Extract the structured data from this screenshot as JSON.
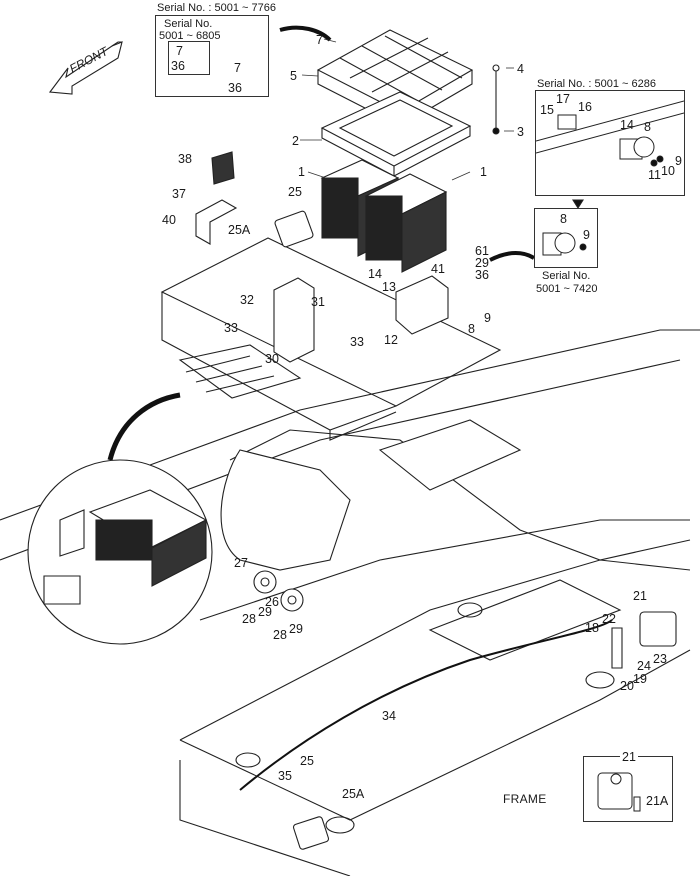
{
  "diagram": {
    "title_label": "FRAME",
    "front_arrow_label": "FRONT",
    "insets": {
      "top_left": {
        "outer_title": "Serial No. : 5001 ~ 7766",
        "inner_title_line1": "Serial No.",
        "inner_title_line2": "5001 ~ 6805",
        "callouts": [
          "7",
          "36",
          "7",
          "36"
        ]
      },
      "top_right": {
        "title": "Serial No. : 5001 ~ 6286",
        "callouts": [
          "15",
          "17",
          "16",
          "14",
          "8",
          "11",
          "10",
          "9"
        ]
      },
      "mid_right": {
        "title_line1": "Serial No.",
        "title_line2": "5001 ~ 7420",
        "callouts": [
          "8",
          "9"
        ]
      },
      "bottom_right": {
        "callouts": [
          "21",
          "21A"
        ]
      }
    },
    "callouts": {
      "c1a": "1",
      "c1b": "1",
      "c2": "2",
      "c3": "3",
      "c4": "4",
      "c5": "5",
      "c7": "7",
      "c8": "8",
      "c9": "9",
      "c12": "12",
      "c13": "13",
      "c14": "14",
      "c18": "18",
      "c19": "19",
      "c20": "20",
      "c21": "21",
      "c22": "22",
      "c23": "23",
      "c24": "24",
      "c25a": "25",
      "c25A_a": "25A",
      "c25b": "25",
      "c25A_b": "25A",
      "c26": "26",
      "c27": "27",
      "c28a": "28",
      "c28b": "28",
      "c29a": "29",
      "c29b": "29",
      "c29c": "29",
      "c30": "30",
      "c31": "31",
      "c32": "32",
      "c33a": "33",
      "c33b": "33",
      "c34": "34",
      "c35": "35",
      "c36": "36",
      "c37": "37",
      "c38": "38",
      "c40": "40",
      "c41": "41",
      "c61": "61"
    }
  }
}
